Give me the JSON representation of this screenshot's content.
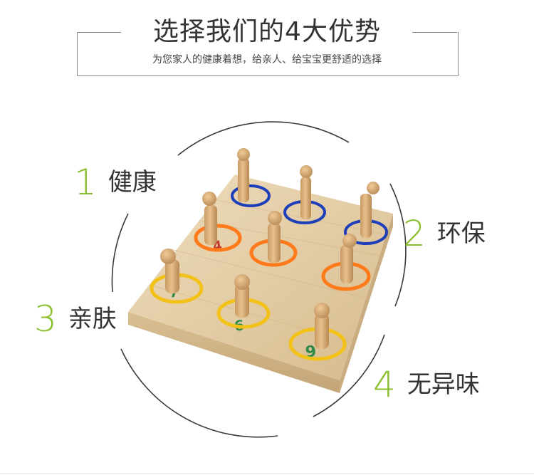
{
  "header": {
    "title": "选择我们的4大优势",
    "subtitle": "为您家人的健康着想，给亲人、给宝宝更舒适的选择"
  },
  "features": [
    {
      "number": "1",
      "label": "健康"
    },
    {
      "number": "2",
      "label": "环保"
    },
    {
      "number": "3",
      "label": "亲肤"
    },
    {
      "number": "4",
      "label": "无异味"
    }
  ],
  "product": {
    "name": "wooden ring-toss board",
    "board_digits": [
      "4",
      "7",
      "9"
    ]
  },
  "colors": {
    "accent_green": "#8cbf2e",
    "ring_blue": "#1f3fb8",
    "ring_orange": "#ff7a1a",
    "ring_yellow": "#f2c21b",
    "wood": "#e3cda6"
  }
}
